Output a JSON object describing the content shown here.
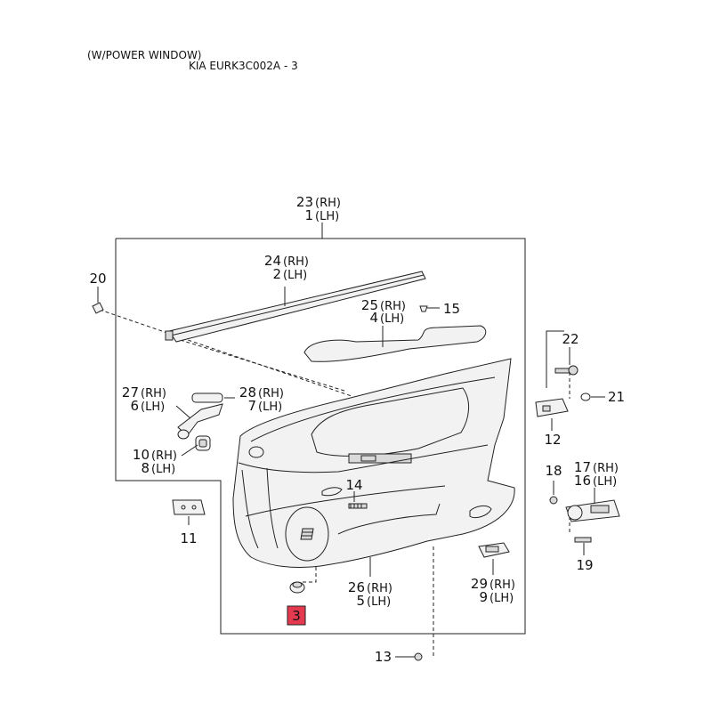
{
  "header": {
    "note": "(W/POWER WINDOW)",
    "code": "KIA EURK3C002A - 3"
  },
  "callouts": {
    "c1": "1",
    "c2": "2",
    "c3": "3",
    "c4": "4",
    "c5": "5",
    "c6": "6",
    "c7": "7",
    "c8": "8",
    "c9": "9",
    "c10": "10",
    "c11": "11",
    "c12": "12",
    "c13": "13",
    "c14": "14",
    "c15": "15",
    "c16": "16",
    "c17": "17",
    "c18": "18",
    "c19": "19",
    "c20": "20",
    "c21": "21",
    "c22": "22",
    "c23": "23",
    "c24": "24",
    "c25": "25",
    "c26": "26",
    "c27": "27",
    "c28": "28",
    "c29": "29"
  },
  "sides": {
    "rh": "(RH)",
    "lh": "(LH)"
  },
  "colors": {
    "highlight": "#e53950",
    "line": "#222222"
  }
}
